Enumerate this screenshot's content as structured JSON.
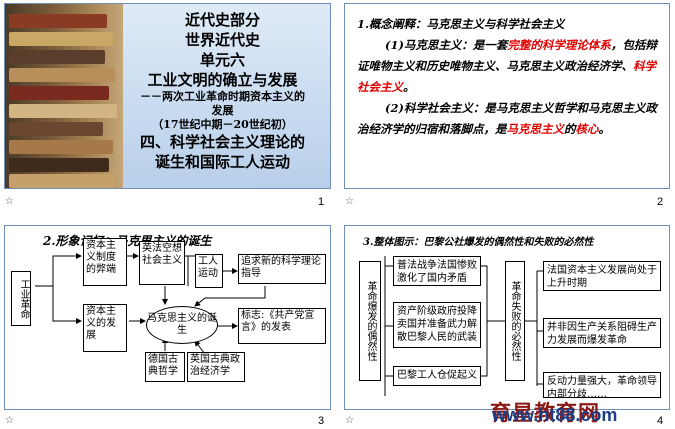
{
  "slides": [
    {
      "number": "1",
      "lines": [
        "近代史部分",
        "世界近代史",
        "单元六",
        "工业文明的确立与发展",
        "－－两次工业革命时期资本主义的",
        "发展",
        "（17世纪中期－20世纪初）",
        "四、科学社会主义理论的",
        "诞生和国际工人运动"
      ]
    },
    {
      "number": "2",
      "heading": "1.概念阐释：马克思主义与科学社会主义",
      "p1_a": "(1)马克思主义：是一套",
      "p1_red1": "完整的科学理论体系",
      "p1_b": "，包括辩证唯物主义和历史唯物主义、马克思主义政治经济学、",
      "p1_red2": "科学社会主义",
      "p1_c": "。",
      "p2_a": "(2)科学社会主义：是马克思主义哲学和马克思主义政治经济学的归宿和落脚点，是",
      "p2_red1": "马克思主义",
      "p2_b": "的",
      "p2_red2": "核心",
      "p2_c": "。"
    },
    {
      "number": "3",
      "title": "2.形象记忆：马克思主义的诞生",
      "boxes": {
        "industrial_revolution": "工业革命",
        "capitalism_drawbacks": "资本主义制度的弊端",
        "capitalism_development": "资本主义的发展",
        "english_french_utopian": "英法空想社会主义",
        "workers_movement": "工人运动",
        "new_theory": "追求新的科学理论指导",
        "marxism_birth": "马克思主义的诞生",
        "manifesto": "标志:《共产党宣言》的发表",
        "german_philosophy": "德国古典哲学",
        "english_economics": "英国古典政治经济学"
      }
    },
    {
      "number": "4",
      "title": "3.整体图示：巴黎公社爆发的偶然性和失败的必然性",
      "left_label": "革命爆发的偶然性",
      "mid_label": "革命失败的必然性",
      "left_boxes": [
        "普法战争法国惨败激化了国内矛盾",
        "资产阶级政府投降卖国并准备武力解散巴黎人民的武装",
        "巴黎工人仓促起义"
      ],
      "right_boxes": [
        "法国资本主义发展尚处于上升时期",
        "并非因生产关系阻碍生产力发展而爆发革命",
        "反动力量强大，革命领导内部分歧……"
      ],
      "watermark": "育星教育网",
      "watermark_url": "www.ht88.com"
    }
  ],
  "icons": [
    "slide-star-icon"
  ]
}
